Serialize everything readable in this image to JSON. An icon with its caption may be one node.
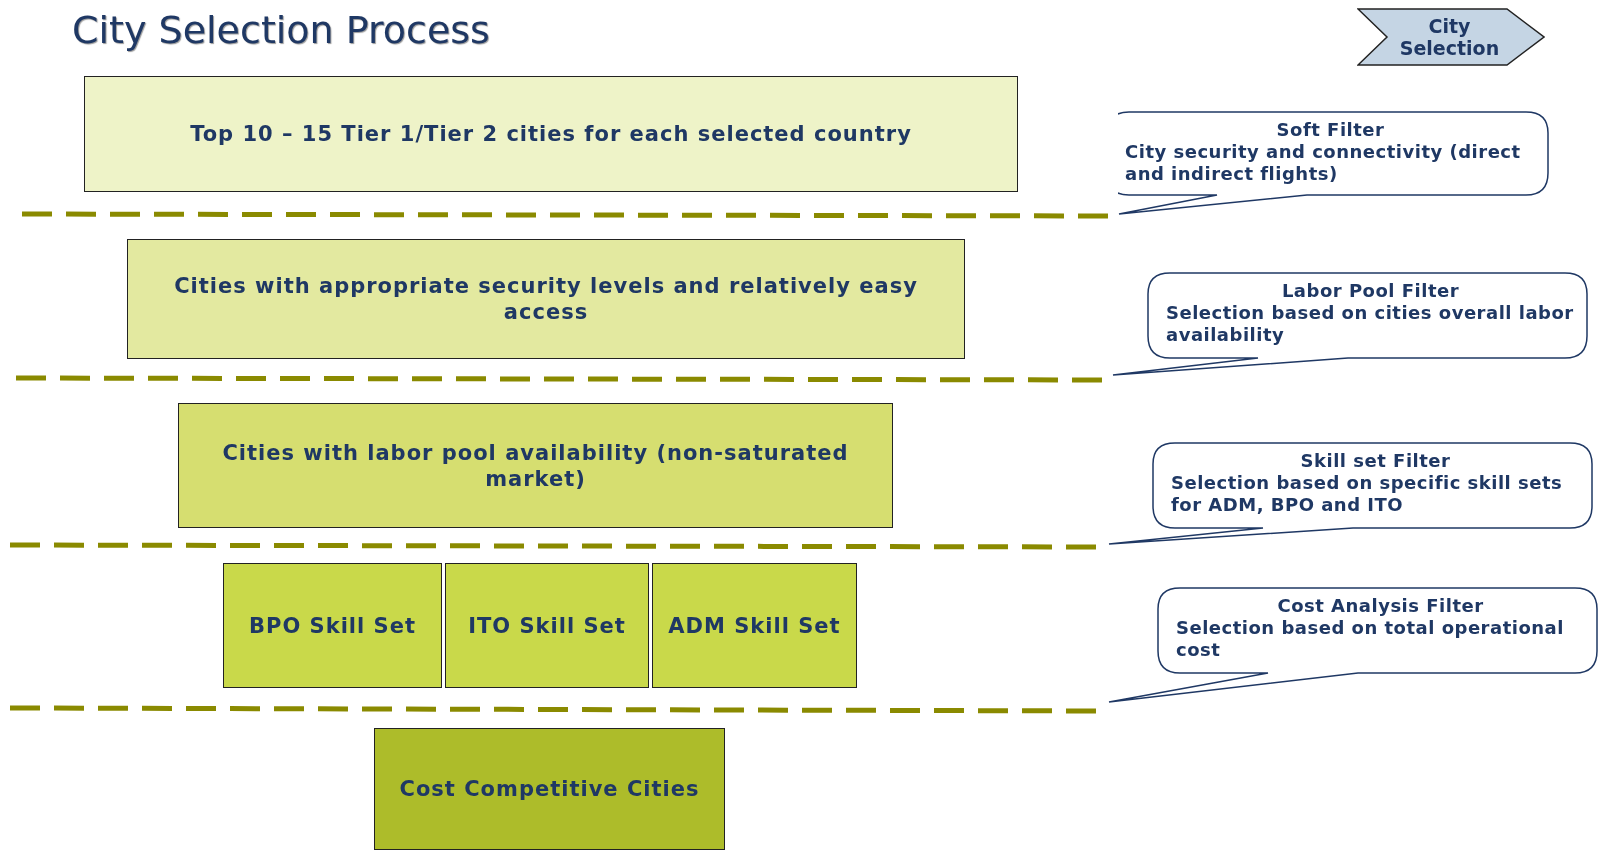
{
  "diagram": {
    "title": "City Selection Process",
    "nodes": [
      {
        "text": [
          "City Selection"
        ]
      },
      {
        "text": [
          "Top 10 – 15 Tier 1/Tier 2 cities for each selected country"
        ]
      },
      {
        "text": [
          "Soft Filter",
          "City security and connectivity (direct and indirect flights)"
        ]
      },
      {
        "text": [
          "Cities with appropriate security levels and relatively easy access"
        ]
      },
      {
        "text": [
          "Labor Pool Filter",
          "Selection based on cities overall labor availability"
        ]
      },
      {
        "text": [
          "Cities with labor pool availability (non-saturated market)"
        ]
      },
      {
        "text": [
          "Skill set Filter",
          "Selection based on specific skill sets for ADM, BPO and ITO"
        ]
      },
      {
        "text": [
          "BPO Skill Set"
        ]
      },
      {
        "text": [
          "ITO Skill Set"
        ]
      },
      {
        "text": [
          "ADM Skill Set"
        ]
      },
      {
        "text": [
          "Cost Analysis Filter",
          "Selection based on total operational cost"
        ]
      },
      {
        "text": [
          "Cost Competitive Cities"
        ]
      }
    ],
    "edges": []
  }
}
